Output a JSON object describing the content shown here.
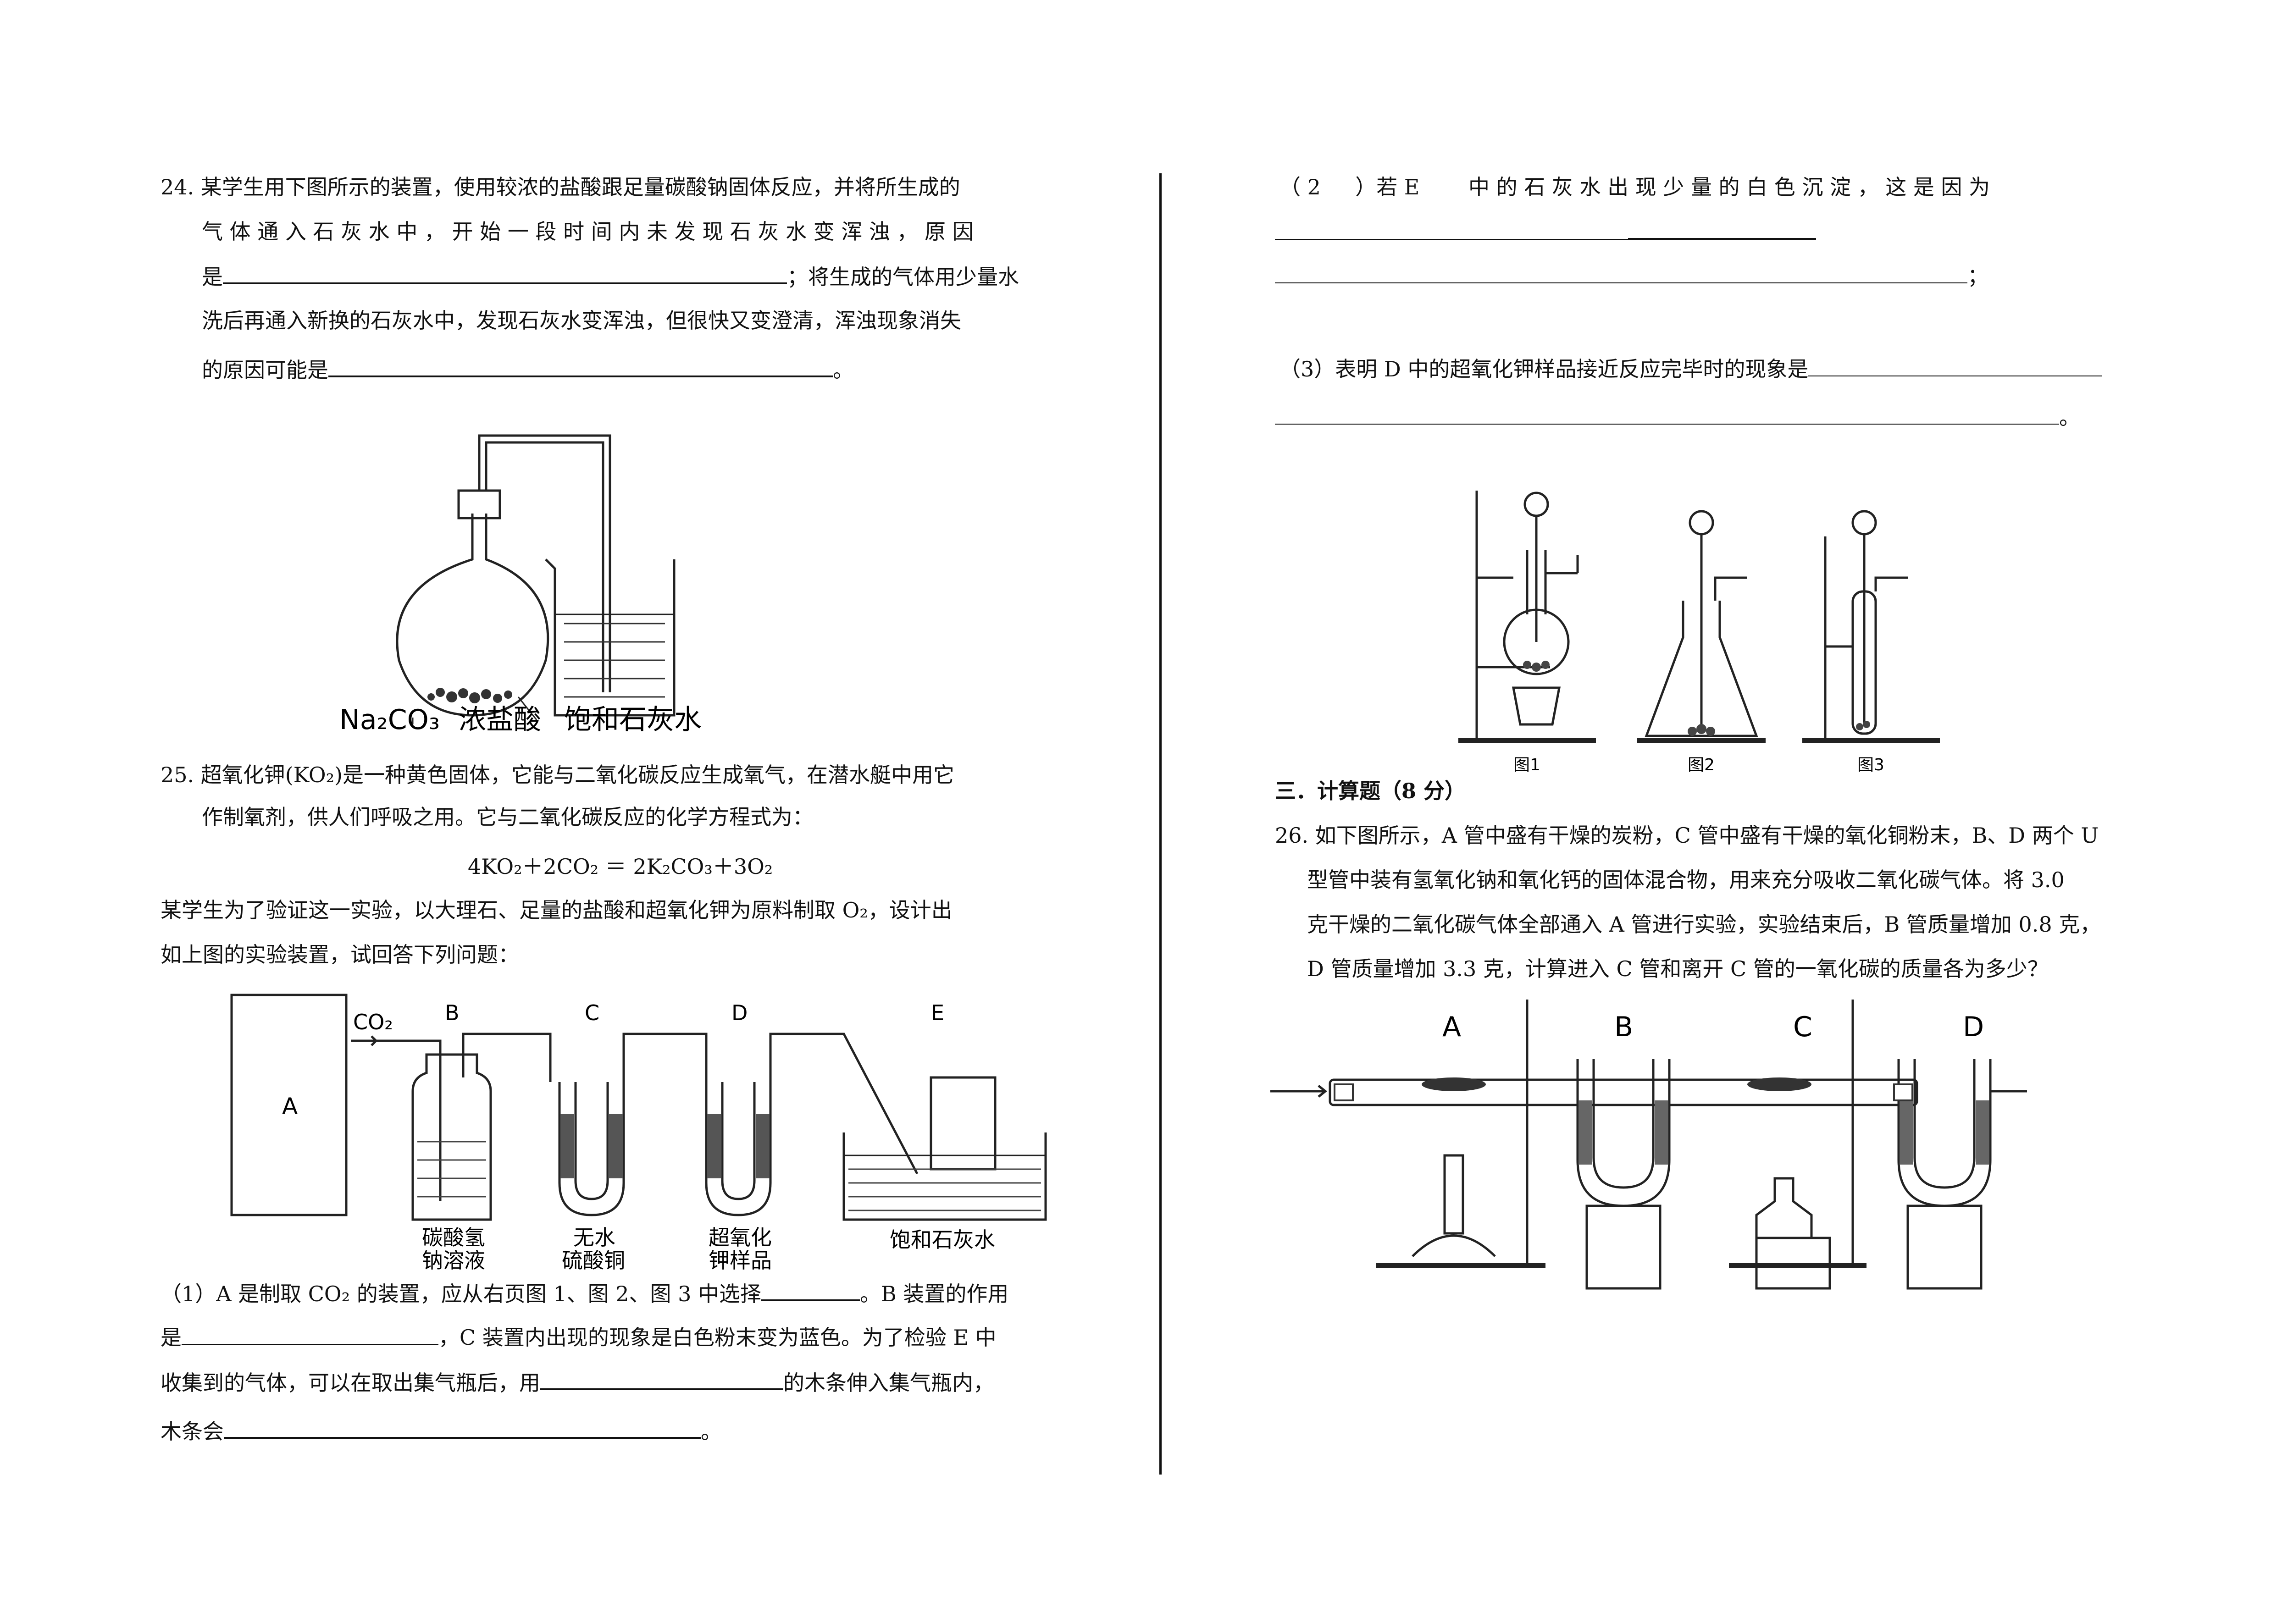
{
  "q24": {
    "line1": "24. 某学生用下图所示的装置，使用较浓的盐酸跟足量碳酸钠固体反应，并将所生成的",
    "line2": "气 体 通 入 石 灰 水 中 ， 开 始 一 段 时 间 内 未 发 现 石 灰 水 变 浑 浊 ， 原 因",
    "line3a": "是",
    "line3b": "；将生成的气体用少量水",
    "line4": "洗后再通入新换的石灰水中，发现石灰水变浑浊，但很快又变澄清，浑浊现象消失",
    "line5a": "的原因可能是",
    "line5b": "。",
    "fig": {
      "label_na2co3": "Na₂CO₃",
      "label_acid": "浓盐酸",
      "label_limewater": "饱和石灰水"
    }
  },
  "q25": {
    "line1": "25. 超氧化钾(KO₂)是一种黄色固体，它能与二氧化碳反应生成氧气，在潜水艇中用它",
    "line2": "作制氧剂，供人们呼吸之用。它与二氧化碳反应的化学方程式为：",
    "equation": "4KO₂＋2CO₂ ＝ 2K₂CO₃＋3O₂",
    "line3": "某学生为了验证这一实验，以大理石、足量的盐酸和超氧化钾为原料制取 O₂，设计出",
    "line4": "如上图的实验装置，试回答下列问题：",
    "fig": {
      "label_a": "A",
      "label_co2": "CO₂",
      "label_b": "B",
      "label_c": "C",
      "label_d": "D",
      "label_e": "E",
      "b_cap1": "碳酸氢",
      "b_cap2": "钠溶液",
      "c_cap1": "无水",
      "c_cap2": "硫酸铜",
      "d_cap1": "超氧化",
      "d_cap2": "钾样品",
      "e_cap": "饱和石灰水"
    },
    "p1_line1a": "（1）A 是制取 CO₂ 的装置，应从右页图 1、图 2、图 3 中选择",
    "p1_line1b": "。B 装置的作用",
    "p1_line2a": "是",
    "p1_line2b": "，C 装置内出现的现象是白色粉末变为蓝色。为了检验 E 中",
    "p1_line3a": "收集到的气体，可以在取出集气瓶后，用",
    "p1_line3b": "的木条伸入集气瓶内，",
    "p1_line4a": "木条会",
    "p1_line4b": "。",
    "p2_line1": "（ 2 　 ）若 E 　　中 的 石 灰 水 出 现 少 量 的 白 色 沉 淀 ， 这 是 因 为",
    "p2_end": "；",
    "p3_line1": "（3）表明 D 中的超氧化钾样品接近反应完毕时的现象是",
    "p3_end": "。",
    "figs": {
      "fig1": "图1",
      "fig2": "图2",
      "fig3": "图3"
    }
  },
  "section3": {
    "title": "三．计算题（8 分）"
  },
  "q26": {
    "line1": "26. 如下图所示，A 管中盛有干燥的炭粉，C 管中盛有干燥的氧化铜粉末，B、D 两个 U",
    "line2": "型管中装有氢氧化钠和氧化钙的固体混合物，用来充分吸收二氧化碳气体。将 3.0",
    "line3": "克干燥的二氧化碳气体全部通入 A 管进行实验，实验结束后，B 管质量增加 0.8 克，",
    "line4": "D 管质量增加 3.3 克，计算进入 C 管和离开 C 管的一氧化碳的质量各为多少？",
    "fig": {
      "label_a": "A",
      "label_b": "B",
      "label_c": "C",
      "label_d": "D"
    }
  }
}
